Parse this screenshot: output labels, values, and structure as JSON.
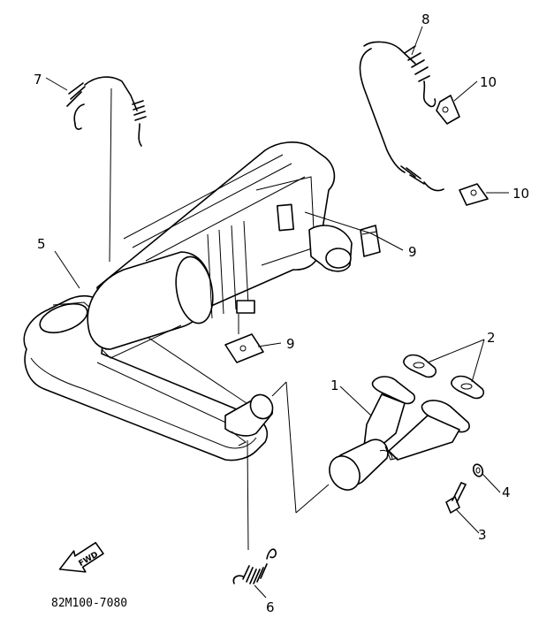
{
  "diagram": {
    "callouts": {
      "c1": "1",
      "c2": "2",
      "c3": "3",
      "c4": "4",
      "c5": "5",
      "c6": "6",
      "c7": "7",
      "c8": "8",
      "c9a": "9",
      "c9b": "9",
      "c10a": "10",
      "c10b": "10"
    },
    "fwd_label": "FWD",
    "drawing_code": "82M100-7080"
  }
}
